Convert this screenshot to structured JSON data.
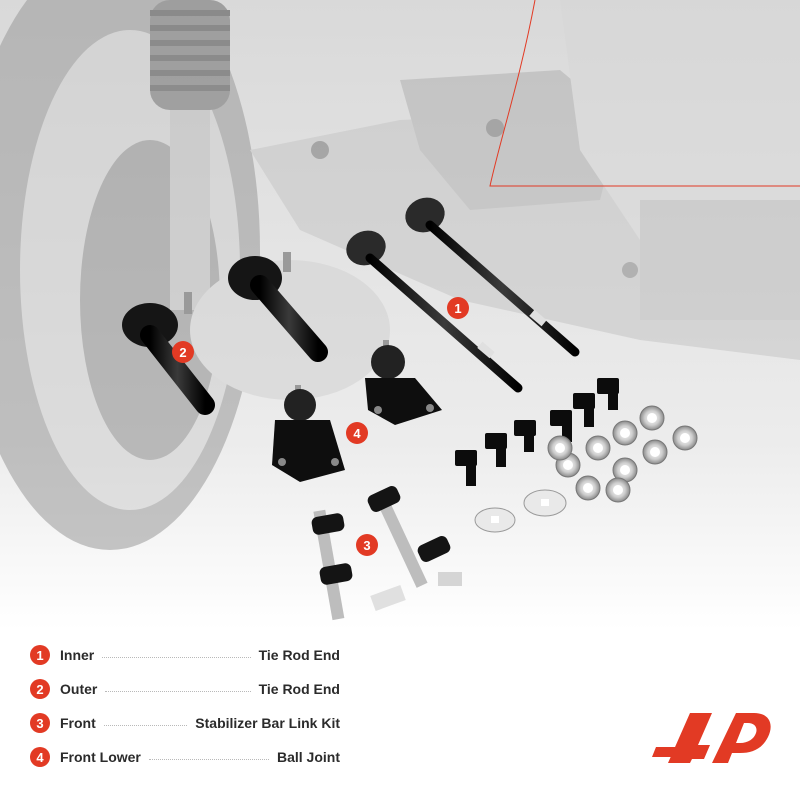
{
  "legend": [
    {
      "number": "1",
      "left": "Inner",
      "right": "Tie Rod End"
    },
    {
      "number": "2",
      "left": "Outer",
      "right": "Tie Rod End"
    },
    {
      "number": "3",
      "left": "Front",
      "right": "Stabilizer Bar Link Kit"
    },
    {
      "number": "4",
      "left": "Front Lower",
      "right": "Ball Joint"
    }
  ],
  "callouts": {
    "c1": "1",
    "c2": "2",
    "c3": "3",
    "c4": "4"
  },
  "colors": {
    "accent": "#e23a24",
    "text": "#2b2b2b",
    "part": "#111111"
  }
}
